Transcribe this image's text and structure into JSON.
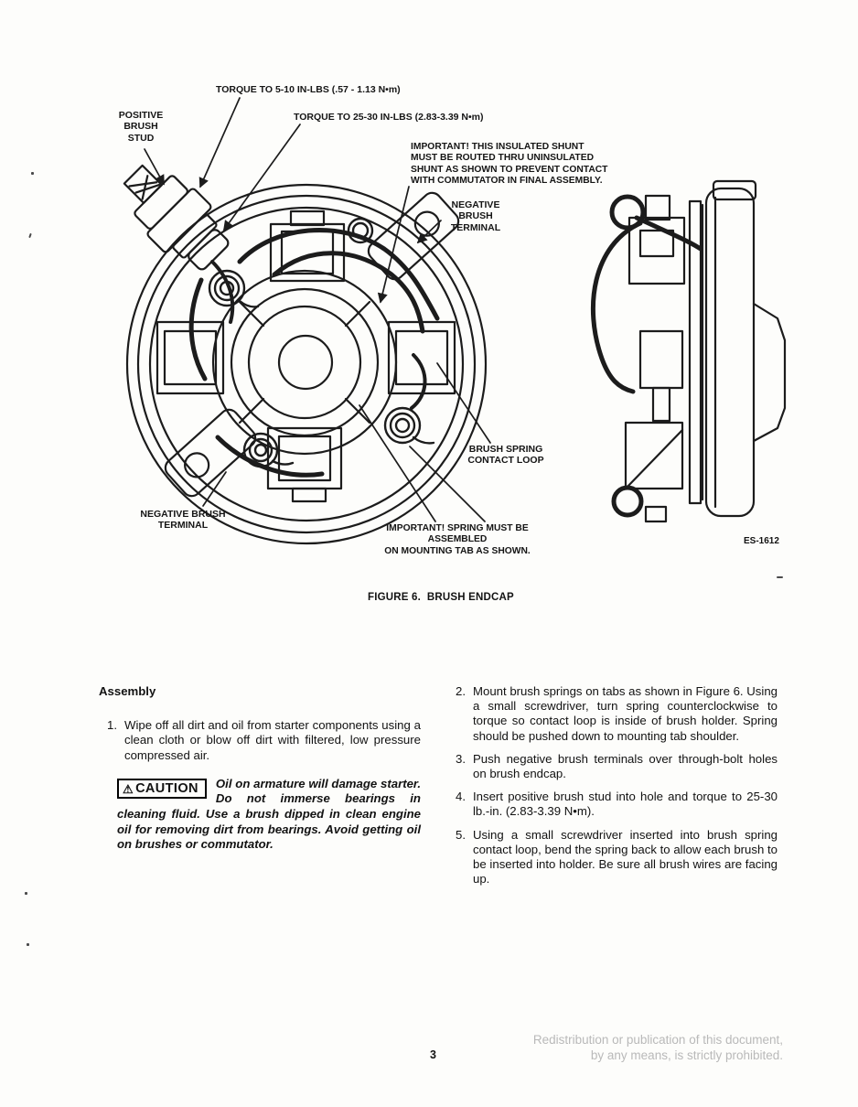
{
  "colors": {
    "ink": "#1c1c1c",
    "watermark_gray": "#b9b9b9",
    "paper": "#fdfdfb"
  },
  "figure": {
    "caption": "FIGURE 6.  BRUSH ENDCAP",
    "drawing_code": "ES-1612",
    "labels": {
      "torque_5_10": "TORQUE TO 5-10 IN-LBS (.57 - 1.13 N•m)",
      "positive_brush_stud": "POSITIVE\nBRUSH\nSTUD",
      "torque_25_30": "TORQUE TO 25-30 IN-LBS (2.83-3.39 N•m)",
      "insulated_shunt_note": "IMPORTANT! THIS INSULATED SHUNT\nMUST BE ROUTED THRU UNINSULATED\nSHUNT AS SHOWN TO PREVENT CONTACT\nWITH COMMUTATOR IN FINAL ASSEMBLY.",
      "negative_brush_terminal_upper": "NEGATIVE\nBRUSH\nTERMINAL",
      "brush_spring_contact_loop": "BRUSH SPRING\nCONTACT LOOP",
      "negative_brush_terminal_lower": "NEGATIVE BRUSH\nTERMINAL",
      "spring_mounting_note": "IMPORTANT! SPRING MUST BE ASSEMBLED\nON MOUNTING TAB AS SHOWN."
    }
  },
  "assembly": {
    "heading": "Assembly",
    "items_left": [
      {
        "num": "1.",
        "text": "Wipe off all dirt and oil from starter components using a clean cloth or blow off dirt with filtered, low pressure compressed air."
      }
    ],
    "caution": {
      "icon": "⚠",
      "label": "CAUTION",
      "text": "Oil on armature will damage starter. Do not immerse bearings in cleaning fluid. Use a brush dipped in clean engine oil for removing dirt from bearings. Avoid getting oil on brushes or commutator."
    },
    "items_right": [
      {
        "num": "2.",
        "text": "Mount brush springs on tabs as shown in Figure 6. Using a small screwdriver, turn spring counterclockwise to torque so contact loop is inside of brush holder. Spring should be pushed down to mounting tab shoulder."
      },
      {
        "num": "3.",
        "text": "Push negative brush terminals over through-bolt holes on brush endcap."
      },
      {
        "num": "4.",
        "text": "Insert positive brush stud into hole and torque to 25-30 lb.-in. (2.83-3.39 N•m)."
      },
      {
        "num": "5.",
        "text": "Using a small screwdriver inserted into brush spring contact loop, bend the spring back to allow each brush to be inserted into holder. Be sure all brush wires are facing up."
      }
    ]
  },
  "footer": {
    "page_number": "3",
    "watermark_line1": "Redistribution or publication of this document,",
    "watermark_line2": "by any means, is strictly prohibited."
  }
}
